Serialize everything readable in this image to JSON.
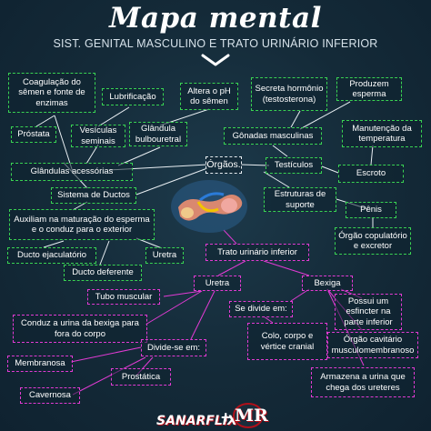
{
  "header": {
    "title": "Mapa mental",
    "subtitle": "SIST. GENITAL MASCULINO E TRATO URINÁRIO INFERIOR"
  },
  "nodes": {
    "orgaos": "Órgãos.",
    "sistema_ductos": "Sistema de Ductos",
    "glandulas_acessorias": "Glândulas acessórias",
    "prostata": "Próstata",
    "prostata_func": "Coagulação do sêmen e fonte de enzimas",
    "vesiculas": "Vesículas seminais",
    "vesiculas_func": "Lubrificação",
    "bulbouretral": "Glândula bulbouretral",
    "bulbouretral_func": "Altera o pH do sêmen",
    "gonadas": "Gônadas masculinas",
    "gonadas_hormonio": "Secreta hormônio (testosterona)",
    "gonadas_esperma": "Produzem esperma",
    "testiculos": "Testículos",
    "escroto": "Escroto",
    "escroto_func": "Manutenção da temperatura",
    "estruturas_suporte": "Estruturas de suporte",
    "penis": "Pênis",
    "penis_func": "Órgão copulatório e excretor",
    "ductos_func": "Auxiliam na maturação do esperma e o conduz para o exterior",
    "ducto_ejaculatorio": "Ducto ejaculatório",
    "ducto_deferente": "Ducto deferente",
    "uretra_ducto": "Uretra",
    "trato": "Trato urinário inferior",
    "uretra": "Uretra",
    "bexiga": "Bexiga",
    "tubo_muscular": "Tubo muscular",
    "uretra_func": "Conduz a urina da bexiga para fora do corpo",
    "divide_em": "Divide-se em:",
    "membranosa": "Membranosa",
    "prostatica": "Prostática",
    "cavernosa": "Cavernosa",
    "se_divide_em": "Se divide em:",
    "esfincter": "Possui um esfincter na parte inferior",
    "colo": "Colo, corpo e vértice cranial",
    "cavitario": "Órgão cavitário musculomembranoso",
    "armazena": "Armazena a urina que chega dos ureteres"
  },
  "footer": {
    "logo_left": "SANARFLIX",
    "plus": "+",
    "logo_right": "MR"
  },
  "colors": {
    "genital_border": "#39d353",
    "urinary_border": "#e23bd4",
    "center_border": "#e8eef2",
    "background": "#142a38"
  }
}
